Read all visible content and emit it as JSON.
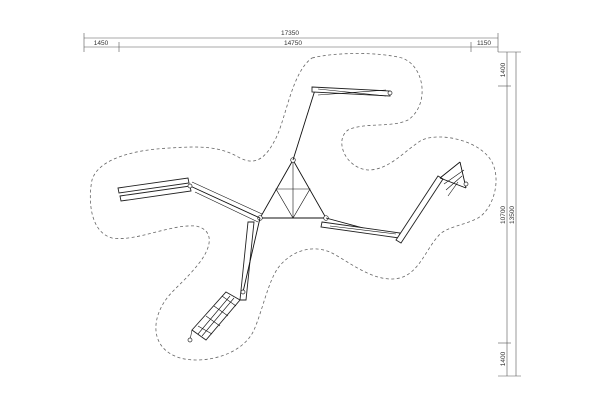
{
  "dimensions": {
    "overall_width": "17350",
    "left_offset": "1450",
    "inner_width": "14750",
    "right_offset": "1150",
    "top_offset": "1400",
    "inner_height": "10700",
    "overall_height": "13500",
    "bottom_offset": "1400"
  }
}
